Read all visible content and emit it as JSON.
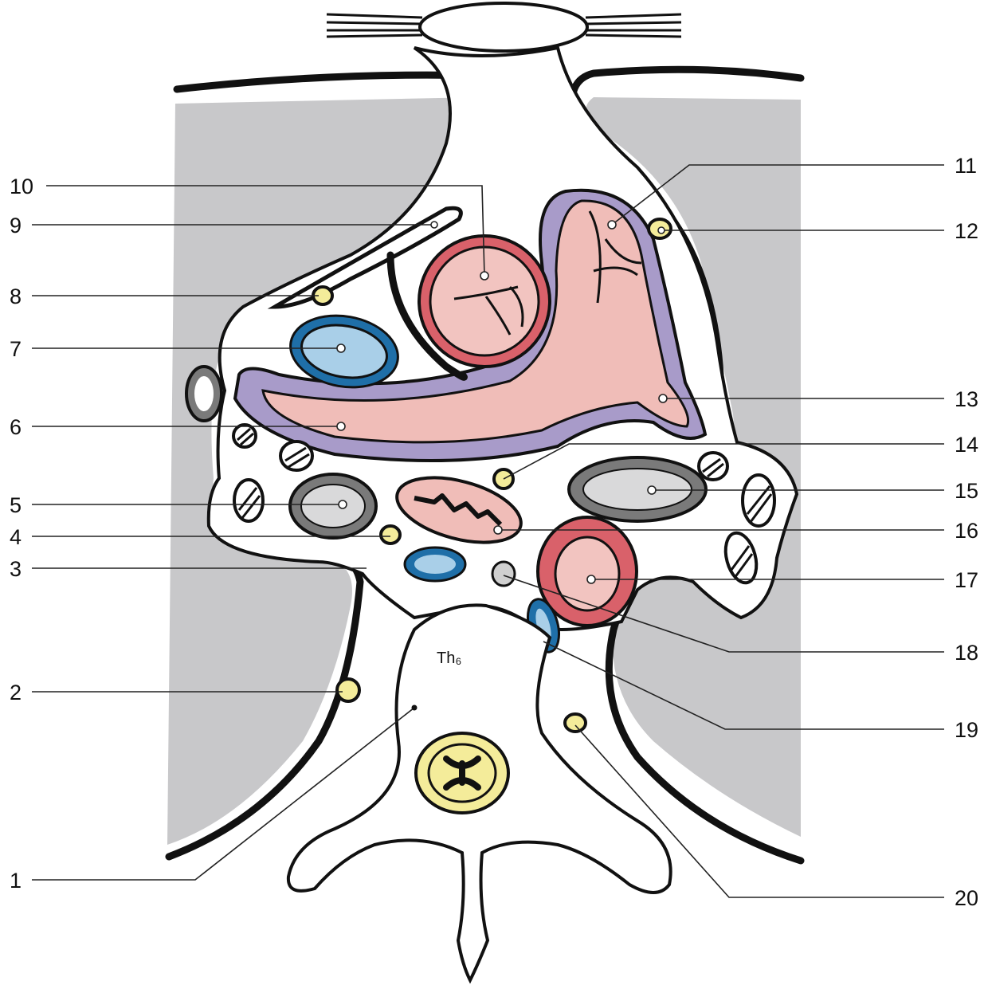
{
  "vertebra_label": "Th₆",
  "labels": [
    {
      "id": "1",
      "text": "1"
    },
    {
      "id": "2",
      "text": "2"
    },
    {
      "id": "3",
      "text": "3"
    },
    {
      "id": "4",
      "text": "4"
    },
    {
      "id": "5",
      "text": "5"
    },
    {
      "id": "6",
      "text": "6"
    },
    {
      "id": "7",
      "text": "7"
    },
    {
      "id": "8",
      "text": "8"
    },
    {
      "id": "9",
      "text": "9"
    },
    {
      "id": "10",
      "text": "10"
    },
    {
      "id": "11",
      "text": "11"
    },
    {
      "id": "12",
      "text": "12"
    },
    {
      "id": "13",
      "text": "13"
    },
    {
      "id": "14",
      "text": "14"
    },
    {
      "id": "15",
      "text": "15"
    },
    {
      "id": "16",
      "text": "16"
    },
    {
      "id": "17",
      "text": "17"
    },
    {
      "id": "18",
      "text": "18"
    },
    {
      "id": "19",
      "text": "19"
    },
    {
      "id": "20",
      "text": "20"
    }
  ],
  "colors": {
    "lung": "#c8c8ca",
    "artery": "#d9616a",
    "artery_lumen": "#f2c4c0",
    "vein": "#1f6fa8",
    "vein_lumen": "#a9cfe8",
    "pericardium": "#a89bc9",
    "heart": "#f0bdb8",
    "nerve": "#f4ec9a",
    "lymph": "#b8b8b8",
    "esophagus": "#f0bdb8"
  }
}
